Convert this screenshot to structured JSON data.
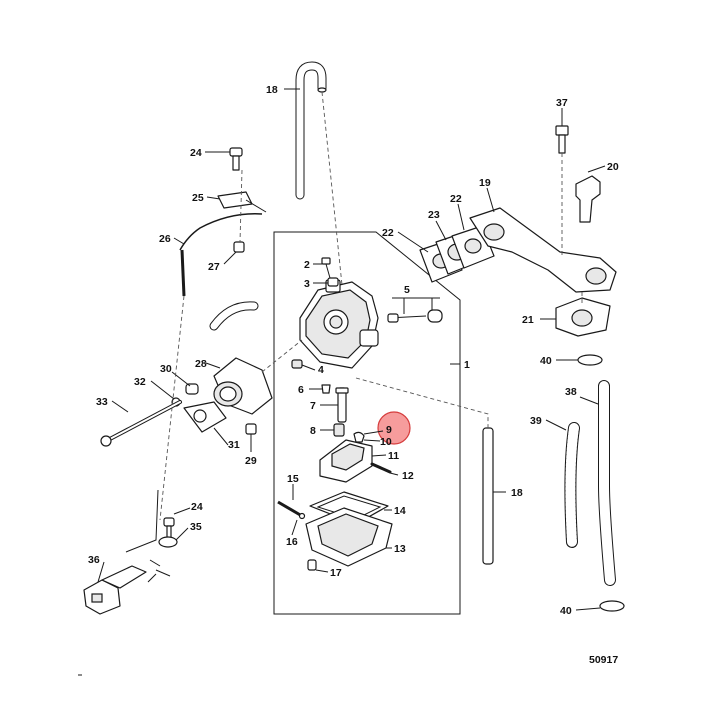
{
  "figure_number": "50917",
  "highlight": {
    "callout": "9",
    "color": "#ee4b4b"
  },
  "callouts": [
    {
      "id": "1",
      "label": "1"
    },
    {
      "id": "2",
      "label": "2"
    },
    {
      "id": "3",
      "label": "3"
    },
    {
      "id": "4",
      "label": "4"
    },
    {
      "id": "5",
      "label": "5"
    },
    {
      "id": "6",
      "label": "6"
    },
    {
      "id": "7",
      "label": "7"
    },
    {
      "id": "8",
      "label": "8"
    },
    {
      "id": "9",
      "label": "9"
    },
    {
      "id": "10",
      "label": "10"
    },
    {
      "id": "11",
      "label": "11"
    },
    {
      "id": "12",
      "label": "12"
    },
    {
      "id": "13",
      "label": "13"
    },
    {
      "id": "14",
      "label": "14"
    },
    {
      "id": "15",
      "label": "15"
    },
    {
      "id": "16",
      "label": "16"
    },
    {
      "id": "17",
      "label": "17"
    },
    {
      "id": "18a",
      "label": "18"
    },
    {
      "id": "18b",
      "label": "18"
    },
    {
      "id": "19",
      "label": "19"
    },
    {
      "id": "20",
      "label": "20"
    },
    {
      "id": "21",
      "label": "21"
    },
    {
      "id": "22a",
      "label": "22"
    },
    {
      "id": "22b",
      "label": "22"
    },
    {
      "id": "23",
      "label": "23"
    },
    {
      "id": "24a",
      "label": "24"
    },
    {
      "id": "24b",
      "label": "24"
    },
    {
      "id": "25",
      "label": "25"
    },
    {
      "id": "26",
      "label": "26"
    },
    {
      "id": "27",
      "label": "27"
    },
    {
      "id": "28",
      "label": "28"
    },
    {
      "id": "29",
      "label": "29"
    },
    {
      "id": "30",
      "label": "30"
    },
    {
      "id": "31",
      "label": "31"
    },
    {
      "id": "32",
      "label": "32"
    },
    {
      "id": "33",
      "label": "33"
    },
    {
      "id": "35",
      "label": "35"
    },
    {
      "id": "36",
      "label": "36"
    },
    {
      "id": "37",
      "label": "37"
    },
    {
      "id": "38",
      "label": "38"
    },
    {
      "id": "39",
      "label": "39"
    },
    {
      "id": "40a",
      "label": "40"
    },
    {
      "id": "40b",
      "label": "40"
    }
  ]
}
